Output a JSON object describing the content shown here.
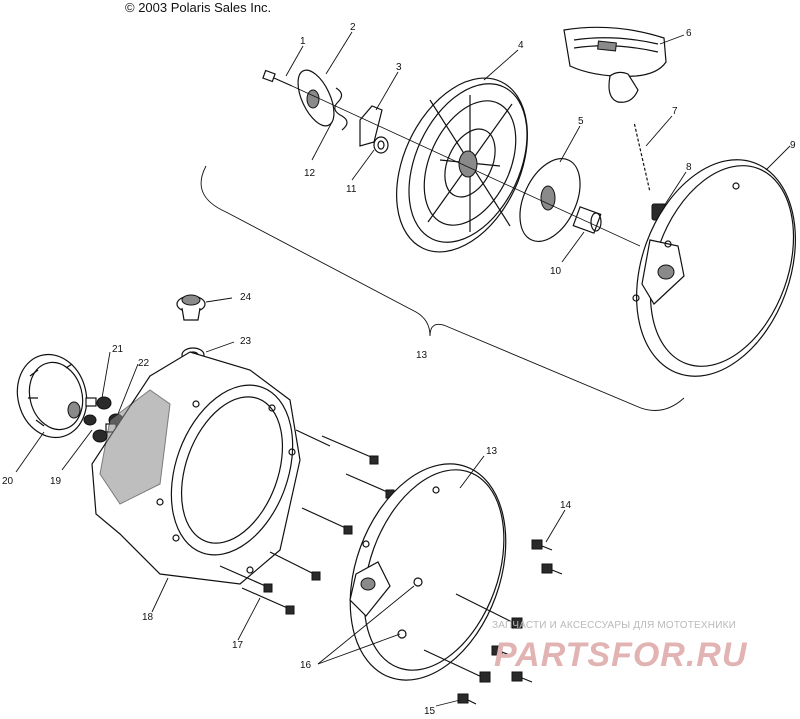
{
  "copyright": "© 2003 Polaris Sales Inc.",
  "watermark": {
    "tagline": "ЗАПЧАСТИ И АКСЕССУАРЫ ДЛЯ МОТОТЕХНИКИ",
    "brand": "PARTSFOR.RU"
  },
  "callouts": {
    "c1": "1",
    "c2": "2",
    "c3": "3",
    "c4": "4",
    "c5": "5",
    "c6": "6",
    "c7": "7",
    "c8": "8",
    "c9": "9",
    "c10": "10",
    "c11": "11",
    "c12": "12",
    "c13a": "13",
    "c13b": "13",
    "c14": "14",
    "c15": "15",
    "c16": "16",
    "c17": "17",
    "c18": "18",
    "c19": "19",
    "c20": "20",
    "c21": "21",
    "c22": "22",
    "c23": "23",
    "c24": "24"
  }
}
